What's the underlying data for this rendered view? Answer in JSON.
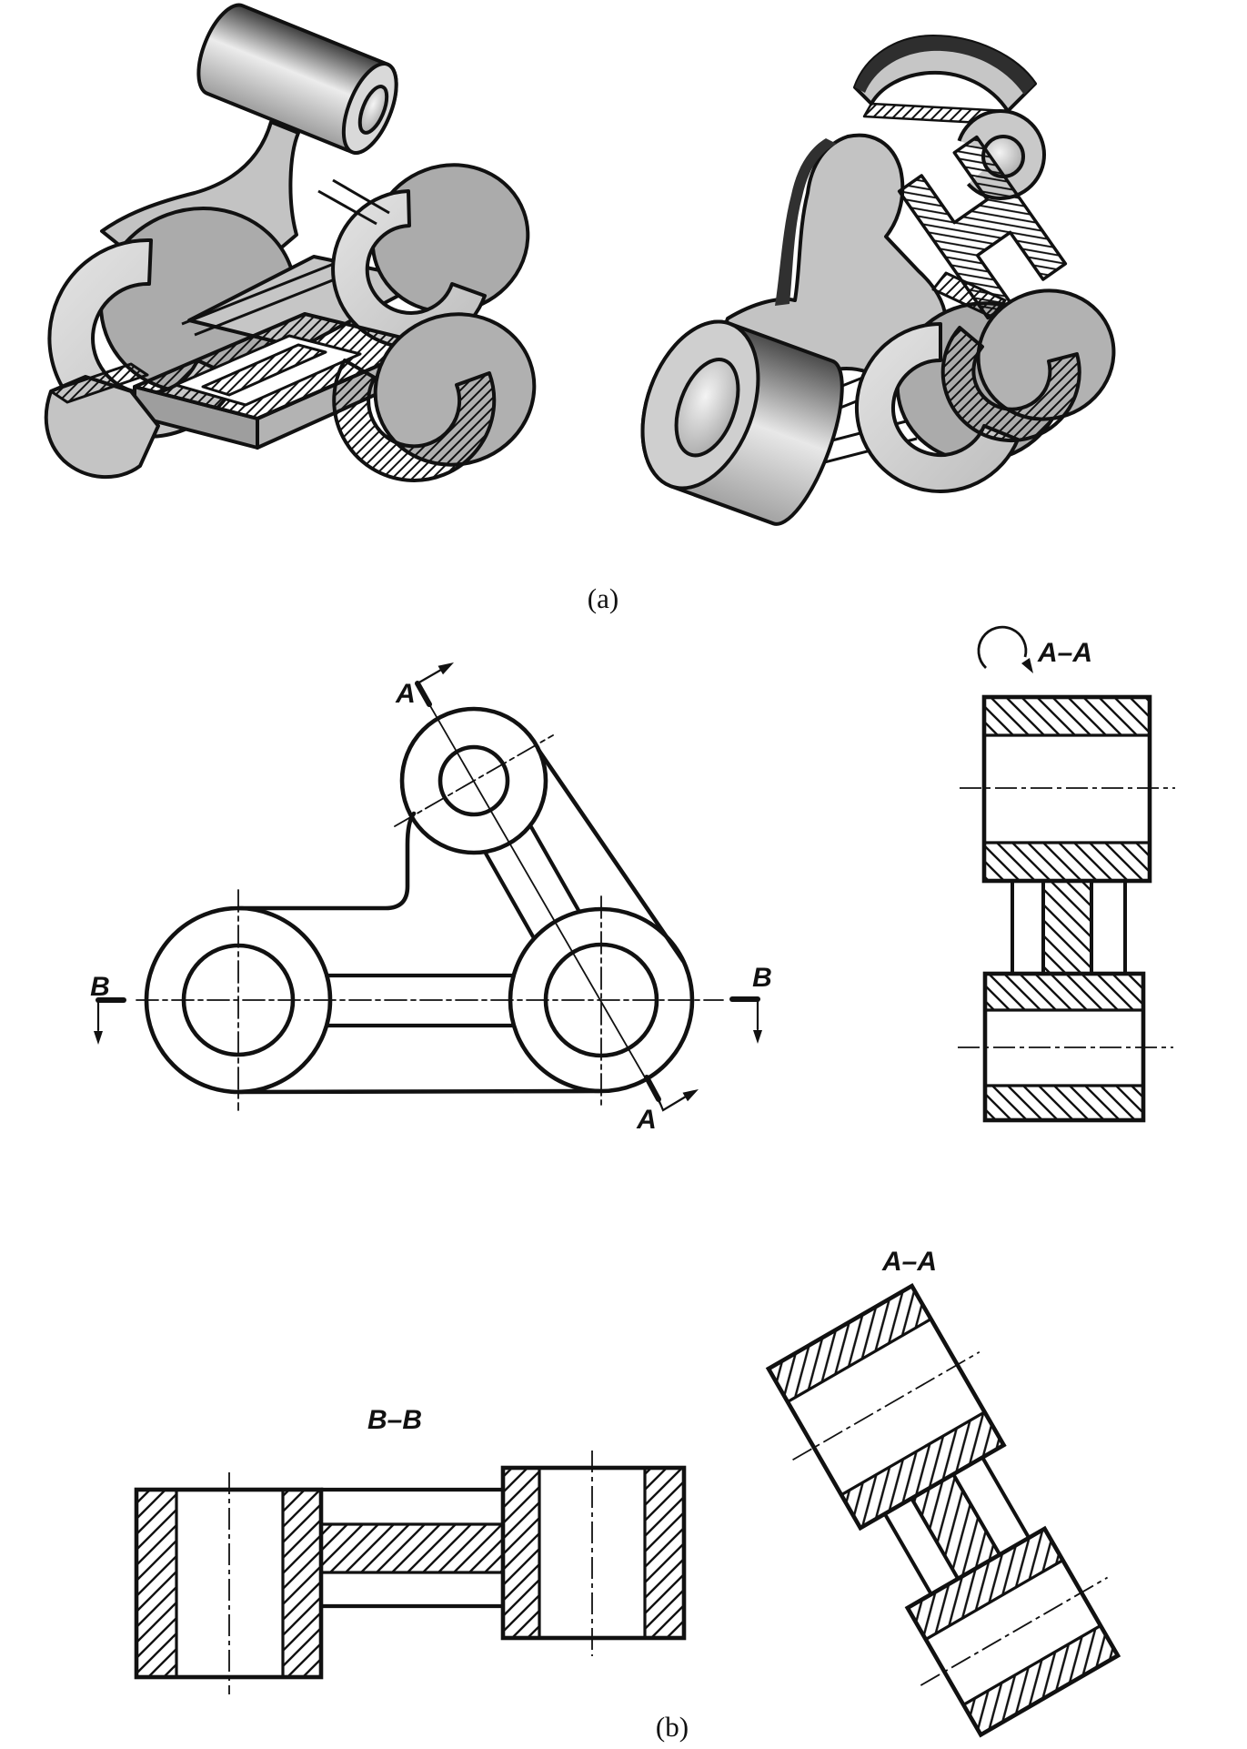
{
  "colors": {
    "background": "#ffffff",
    "line": "#111111",
    "metal_light": "#d6d6d6",
    "metal_mid": "#c3c3c3",
    "metal_back": "#aaaaaa",
    "metal_side": "#9e9e9e",
    "shadow_dark": "#303030"
  },
  "labels": {
    "panel_a": "(a)",
    "panel_b": "(b)",
    "cutting_plane_a_top": "A",
    "cutting_plane_a_bottom": "A",
    "cutting_plane_b_left": "B",
    "cutting_plane_b_right": "B",
    "section_aa_rotated": "A–A",
    "section_aa_inclined": "A–A",
    "section_bb": "B–B"
  }
}
